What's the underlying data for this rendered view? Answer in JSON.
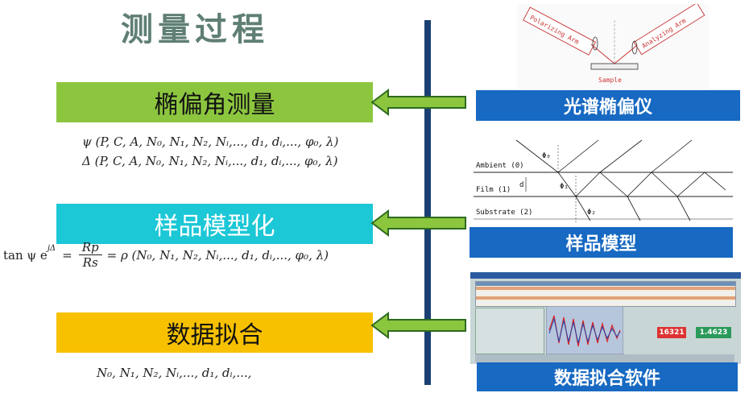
{
  "title": "测量过程",
  "stages": [
    {
      "label": "椭偏角测量",
      "color": "#8cc63f"
    },
    {
      "label": "样品模型化",
      "color": "#1cc7d6"
    },
    {
      "label": "数据拟合",
      "color": "#f8c100"
    }
  ],
  "formulas": {
    "psi": "ψ (P, C, A, N₀, N₁, N₂, Nᵢ,..., d₁, dᵢ,..., φ₀, λ)",
    "delta": "Δ (P, C, A, N₀, N₁, N₂, Nᵢ,..., d₁, dᵢ,..., φ₀, λ)",
    "rho_left": "tan ψ e",
    "rho_sup": "jΔ",
    "rho_eq": "=",
    "rho_num": "Rp",
    "rho_den": "Rs",
    "rho_right": "= ρ (N₀, N₁, N₂, Nᵢ,..., d₁, dᵢ,..., φ₀, λ)",
    "fit": "N₀, N₁, N₂, Nᵢ,..., d₁, dᵢ,...,"
  },
  "captions": [
    "光谱椭偏仪",
    "样品模型",
    "数据拟合软件"
  ],
  "ellipsometer": {
    "polarizing_arm": "Polarizing Arm",
    "analyzing_arm": "Analyzing Arm",
    "sample": "Sample"
  },
  "film_model": {
    "ambient": "Ambient (0)",
    "film": "Film (1)",
    "substrate": "Substrate (2)",
    "phi0": "Φ₀",
    "phi1": "Φ₁",
    "phi2": "Φ₂",
    "thickness": "d"
  },
  "software": {
    "readout_left": "16321",
    "readout_right": "1.4623"
  },
  "colors": {
    "title": "#5f7f73",
    "divider": "#1a3f73",
    "caption_bg": "#1769c2",
    "arrow_fill": "#8cc63f",
    "arrow_stroke": "#2e6b1e"
  }
}
